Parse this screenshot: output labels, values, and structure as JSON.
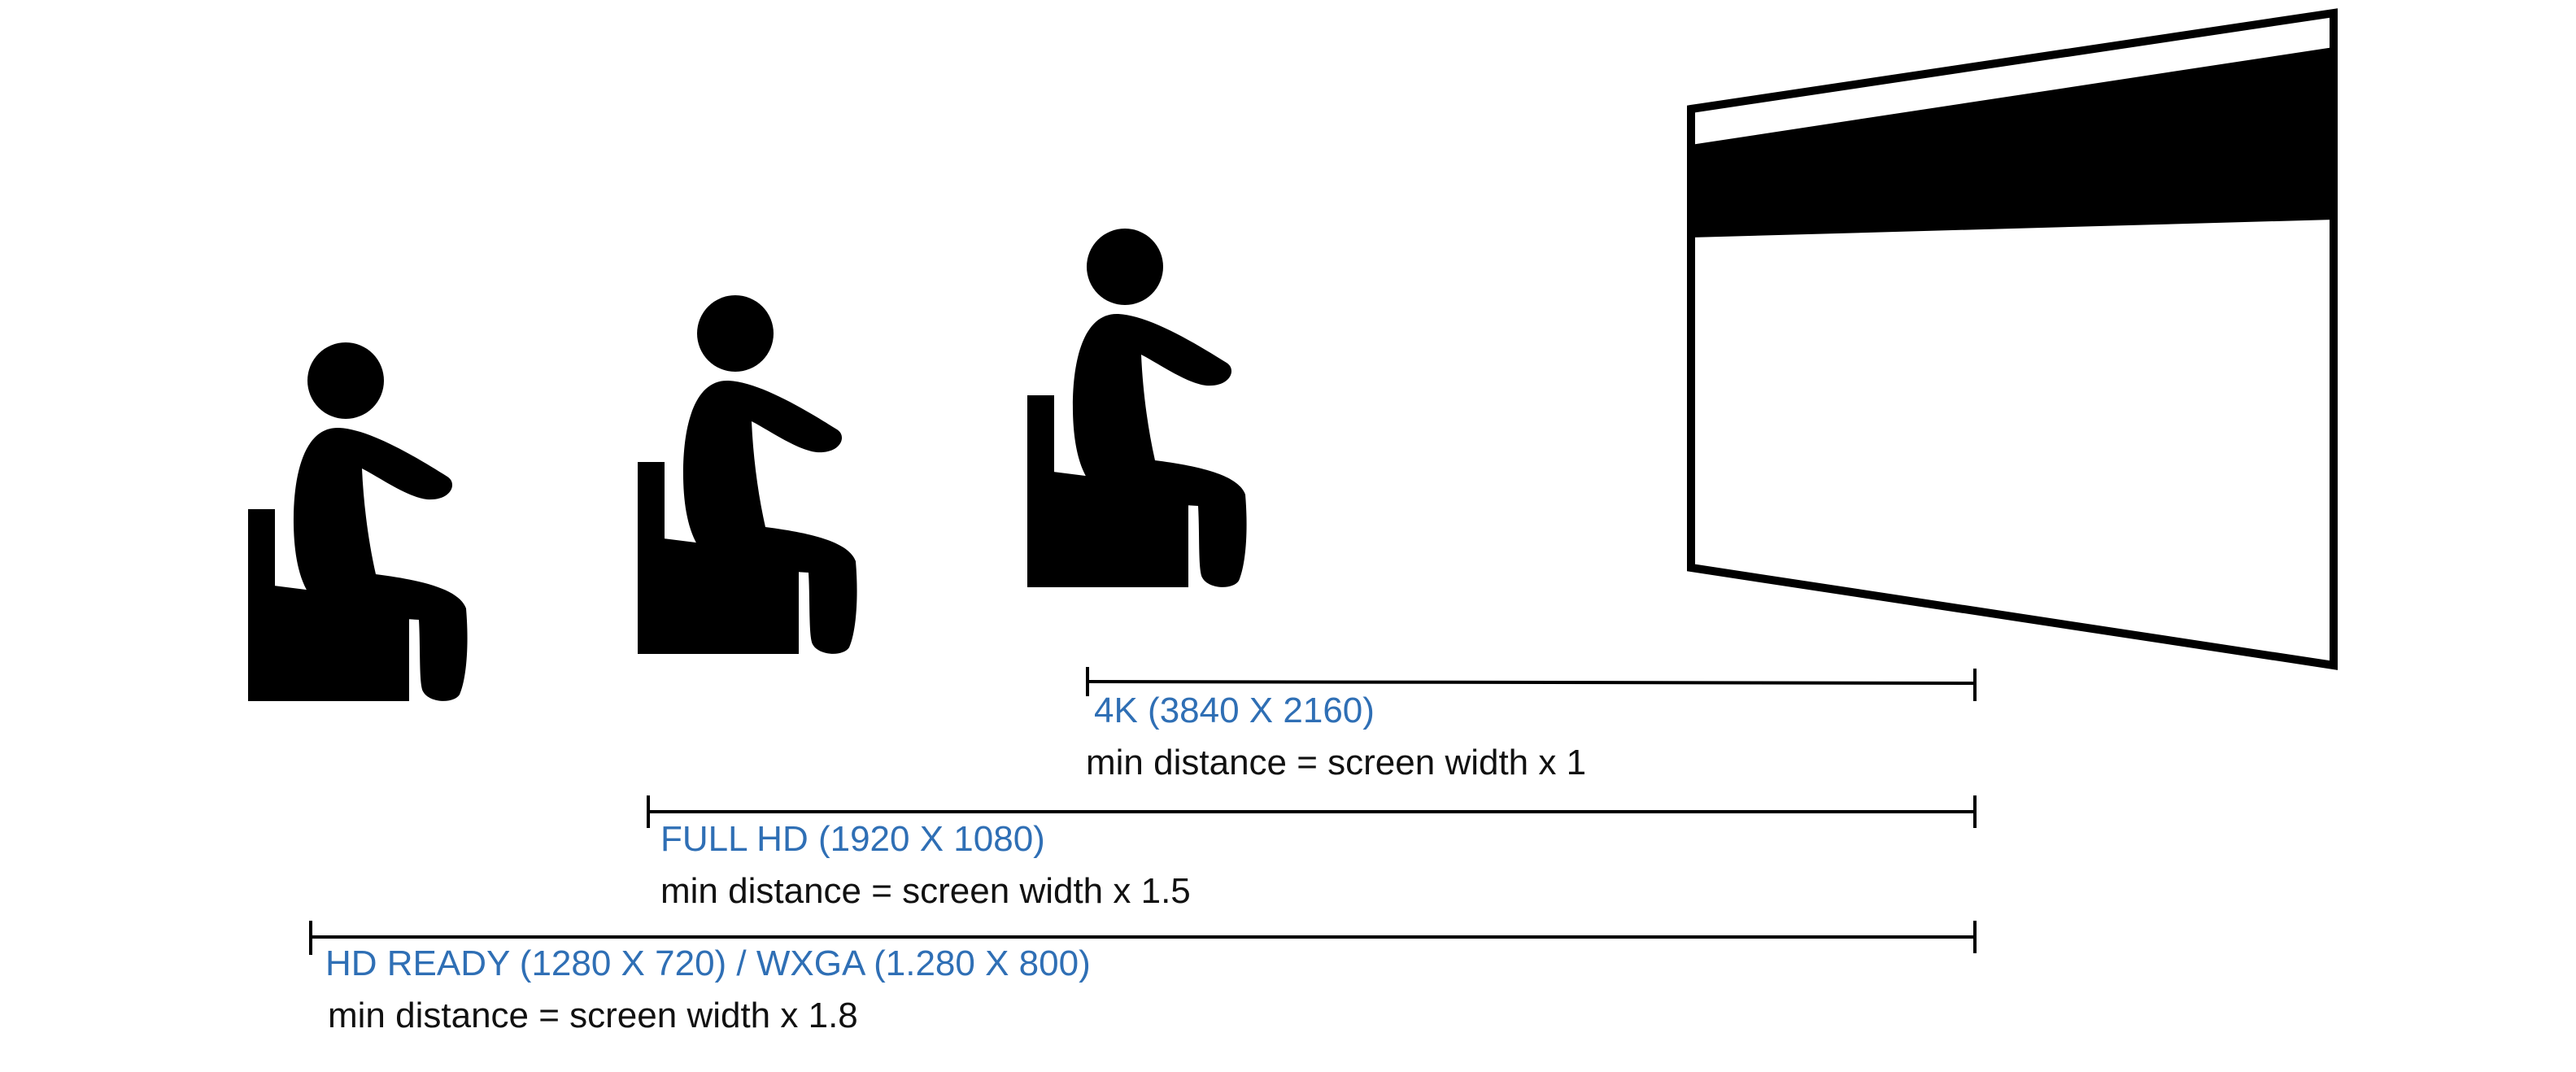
{
  "colors": {
    "resolution_text": "#2f6fb5",
    "distance_text": "#111111",
    "figure": "#000000",
    "background": "#ffffff"
  },
  "rows": [
    {
      "id": "4k",
      "resolution": "4K (3840 X 2160)",
      "distance": "min distance = screen width x 1",
      "multiplier": 1
    },
    {
      "id": "fhd",
      "resolution": "FULL HD (1920 X 1080)",
      "distance": "min distance = screen width x 1.5",
      "multiplier": 1.5
    },
    {
      "id": "hd",
      "resolution": "HD READY (1280 X 720) / WXGA (1.280 X 800)",
      "distance": "min distance = screen width x 1.8",
      "multiplier": 1.8
    }
  ]
}
